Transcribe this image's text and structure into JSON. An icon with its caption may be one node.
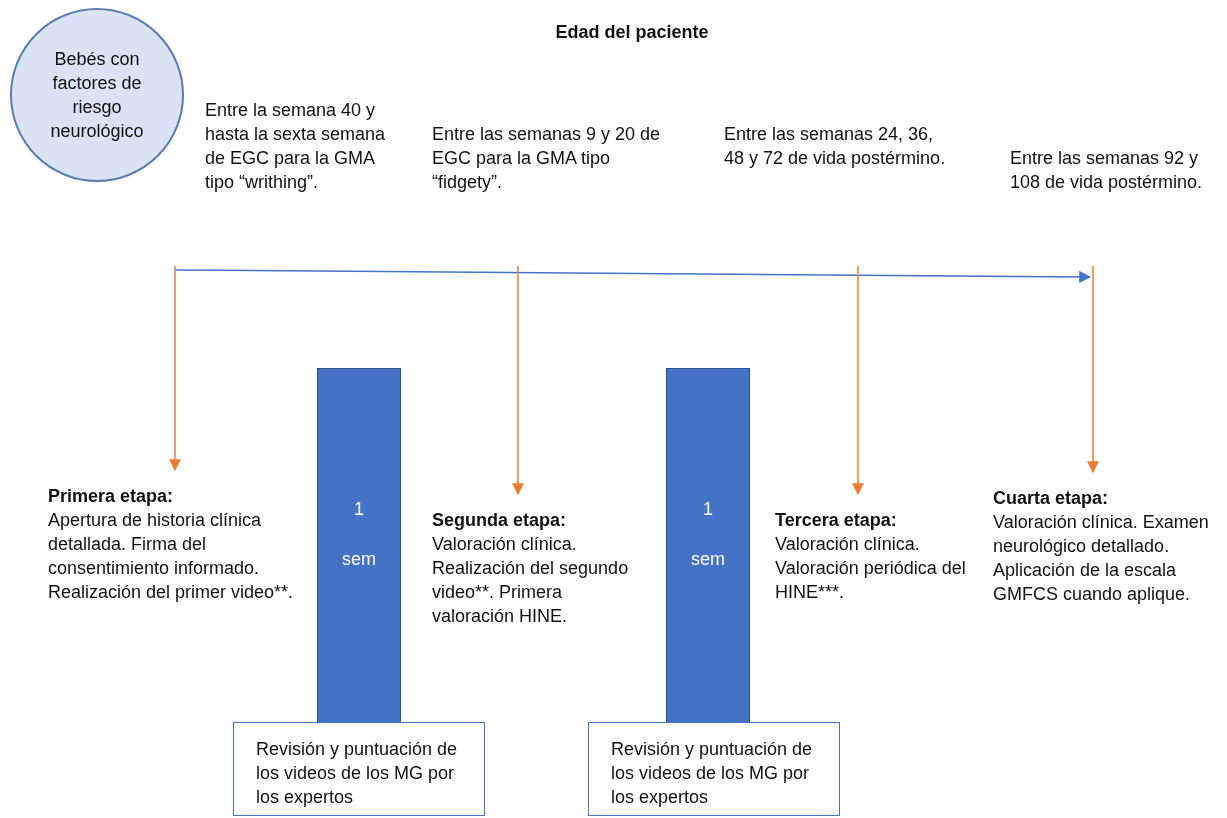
{
  "diagram": {
    "title": "Edad del paciente",
    "nodes": [
      {
        "text": [
          "Bebés con factores de riesgo neurológico"
        ]
      },
      {
        "text": [
          "Entre la semana 40 y hasta la sexta semana de EGC para la GMA tipo “writhing”."
        ]
      },
      {
        "text": [
          "Entre las semanas 9 y 20 de EGC para la GMA tipo “fidgety”."
        ]
      },
      {
        "text": [
          "Entre las semanas 24, 36, 48 y 72 de vida postérmino."
        ]
      },
      {
        "text": [
          "Entre las semanas 92 y 108 de vida postérmino."
        ]
      },
      {
        "text": [
          "Primera etapa:",
          "Apertura de historia clínica detallada. Firma del consentimiento informado. Realización del primer video**."
        ]
      },
      {
        "text": [
          "1",
          "sem"
        ]
      },
      {
        "text": [
          "Segunda etapa:",
          "Valoración clínica. Realización del segundo video**. Primera valoración HINE."
        ]
      },
      {
        "text": [
          "1",
          "sem"
        ]
      },
      {
        "text": [
          "Tercera etapa:",
          "Valoración clínica. Valoración periódica del HINE***."
        ]
      },
      {
        "text": [
          "Cuarta etapa:",
          "Valoración clínica. Examen neurológico detallado. Aplicación de la escala GMFCS cuando aplique."
        ]
      },
      {
        "text": [
          "Revisión y puntuación de los videos de los MG por los expertos"
        ]
      },
      {
        "text": [
          "Revisión y puntuación de los videos de los MG por los expertos"
        ]
      }
    ],
    "edges": [
      {
        "from": null,
        "to": 5,
        "arrow": "to"
      },
      {
        "from": null,
        "to": 7,
        "arrow": "to"
      },
      {
        "from": null,
        "to": 9,
        "arrow": "to"
      },
      {
        "from": null,
        "to": 10,
        "arrow": "to"
      }
    ]
  }
}
